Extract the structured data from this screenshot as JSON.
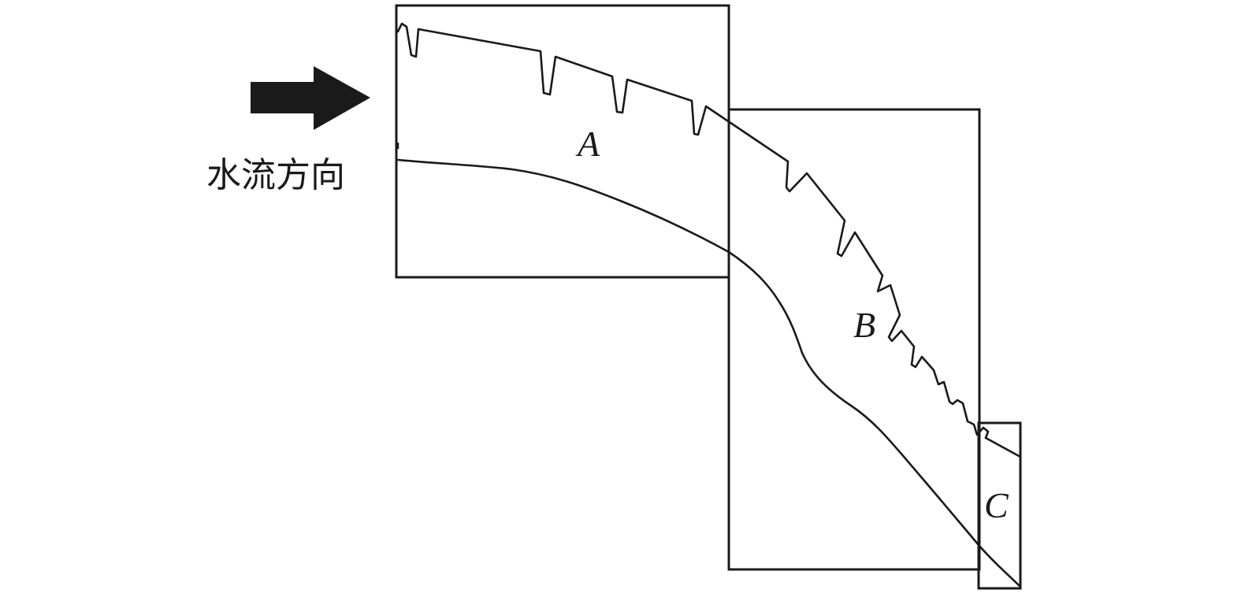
{
  "flow_direction": {
    "label": "水流方向",
    "arrow_icon": "arrow-right-icon"
  },
  "zones": [
    {
      "id": "A",
      "label": "A"
    },
    {
      "id": "B",
      "label": "B"
    },
    {
      "id": "C",
      "label": "C"
    }
  ],
  "colors": {
    "ink": "#1a1a1a",
    "background": "#ffffff"
  }
}
